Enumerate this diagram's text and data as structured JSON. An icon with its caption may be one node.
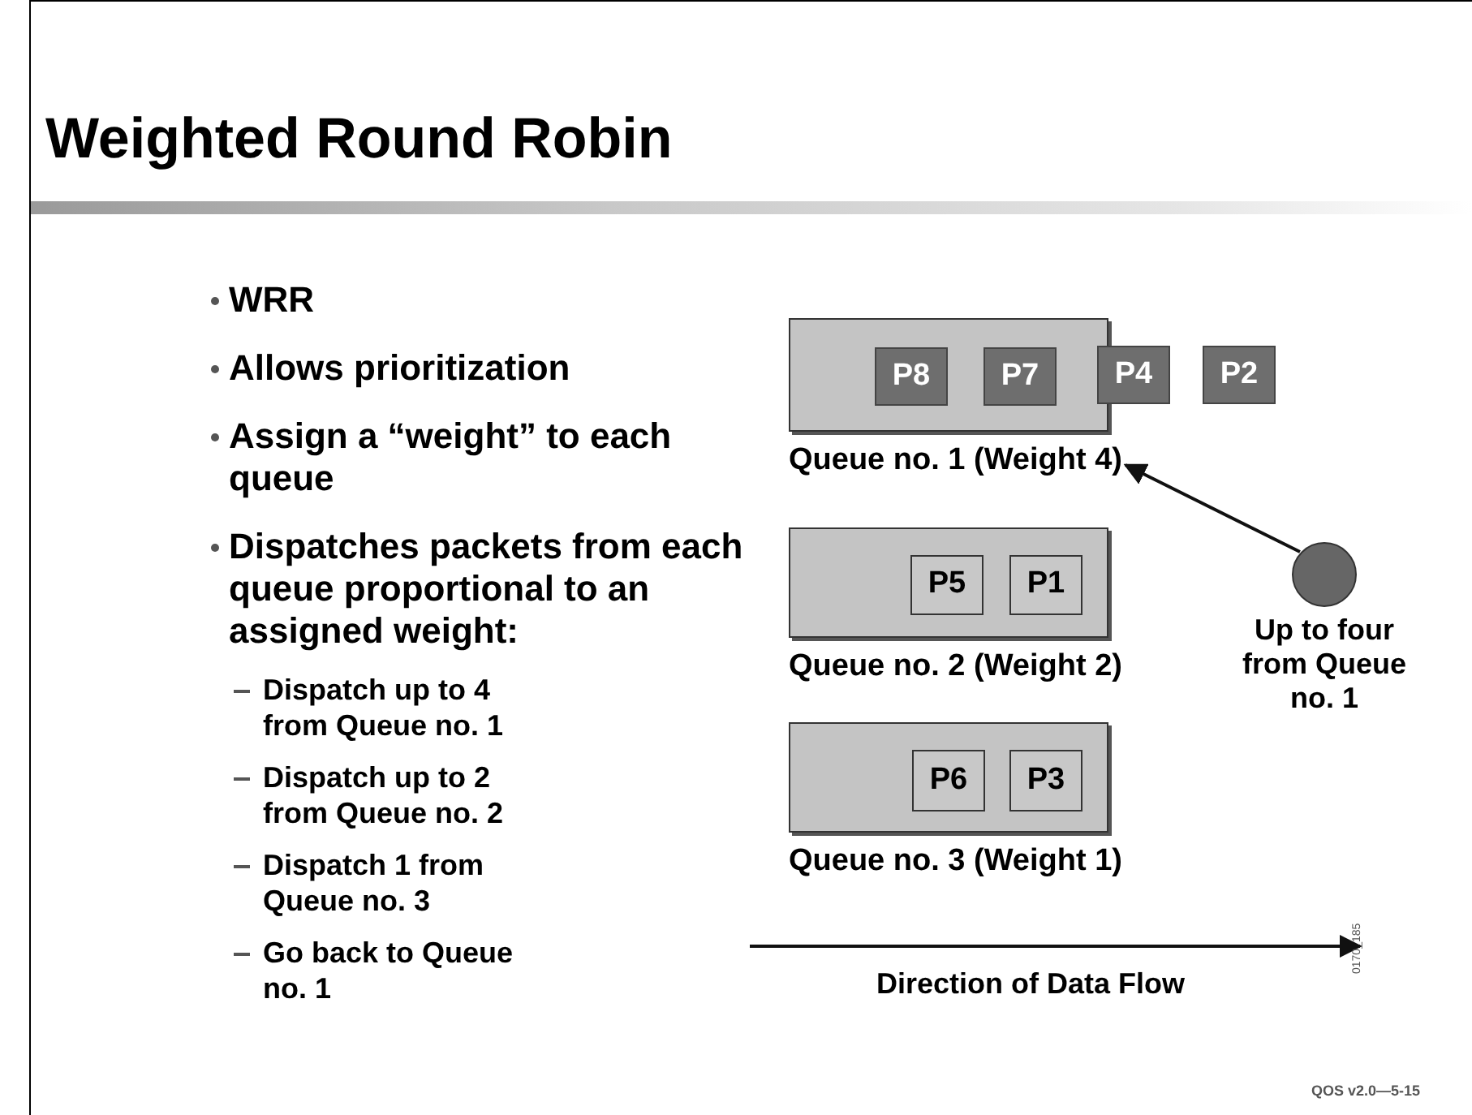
{
  "diagram": {
    "title": "Weighted Round Robin",
    "nodes": [
      {
        "text": [
          "Queue no. 1 (Weight 4)"
        ]
      },
      {
        "text": [
          "P8"
        ],
        "in": 0
      },
      {
        "text": [
          "P7"
        ],
        "in": 0
      },
      {
        "text": [
          "P4"
        ]
      },
      {
        "text": [
          "P2"
        ]
      },
      {
        "text": [
          "Queue no. 2 (Weight 2)"
        ]
      },
      {
        "text": [
          "P5"
        ],
        "in": 5
      },
      {
        "text": [
          "P1"
        ],
        "in": 5
      },
      {
        "text": [
          "Queue no. 3 (Weight 1)"
        ]
      },
      {
        "text": [
          "P6"
        ],
        "in": 8
      },
      {
        "text": [
          "P3"
        ],
        "in": 8
      },
      {
        "text": [
          "Up to four from Queue no. 1"
        ]
      }
    ],
    "edges": [
      {
        "from": 11,
        "to": 0,
        "arrow": "to"
      }
    ],
    "labels": [
      "WRR",
      "Allows prioritization",
      "Assign a “weight” to each queue",
      "Dispatches packets from each queue proportional to an assigned weight:",
      "Dispatch up to 4 from Queue no. 1",
      "Dispatch up to 2 from Queue no. 2",
      "Dispatch 1 from Queue no. 3",
      "Go back to Queue no. 1",
      "Direction of Data Flow",
      "0170_185",
      "QOS v2.0—5-15"
    ]
  }
}
